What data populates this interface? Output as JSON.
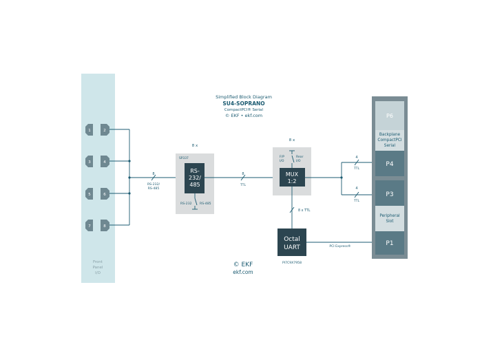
{
  "header": {
    "line1": "Simplified Block Diagram",
    "line2": "SU4-SOPRANO",
    "line3": "CompactPCI® Serial",
    "line4": "© EKF  •  ekf.com"
  },
  "front_panel": {
    "label_lines": [
      "Front",
      "Panel",
      "I/O"
    ],
    "connectors": [
      "1",
      "2",
      "3",
      "4",
      "5",
      "6",
      "7",
      "8"
    ]
  },
  "transceiver": {
    "multiplier": "8 x",
    "chip": "SP337",
    "label_lines": [
      "RS-",
      "232/",
      "485"
    ],
    "switch_left": "RS-232",
    "switch_right": "RS-485"
  },
  "mux": {
    "multiplier": "8 x",
    "label_lines": [
      "MUX",
      "1:2"
    ],
    "switch_left_lines": [
      "F/P",
      "I/O"
    ],
    "switch_right_lines": [
      "Rear",
      "I/O"
    ]
  },
  "uart": {
    "label_lines": [
      "Octal",
      "UART"
    ],
    "chip": "PI7C9X7958"
  },
  "buses": {
    "fp_count": "8",
    "fp_type_lines": [
      "RS-232/",
      "RS-485"
    ],
    "ttl_count": "8",
    "ttl_type": "TTL",
    "uart_bus": "8 x TTL",
    "p4_count": "4",
    "p4_type": "TTL",
    "p3_count": "4",
    "p3_type": "TTL",
    "pcie": "PCI Express®"
  },
  "backplane": {
    "p6": "P6",
    "backplane_lines": [
      "Backplane",
      "CompactPCI",
      "Serial"
    ],
    "p4": "P4",
    "p3": "P3",
    "peripheral_lines": [
      "Peripheral",
      "Slot"
    ],
    "p1": "P1"
  },
  "footer": {
    "logo": "© EKF",
    "url": "ekf.com"
  },
  "colors": {
    "line": "#1a5a70",
    "box_dark": "#2c4550",
    "panel": "#cfe6ea",
    "gray_box": "#dadcdd",
    "header_text": "#1a5a70",
    "connector": "#6f8891"
  }
}
